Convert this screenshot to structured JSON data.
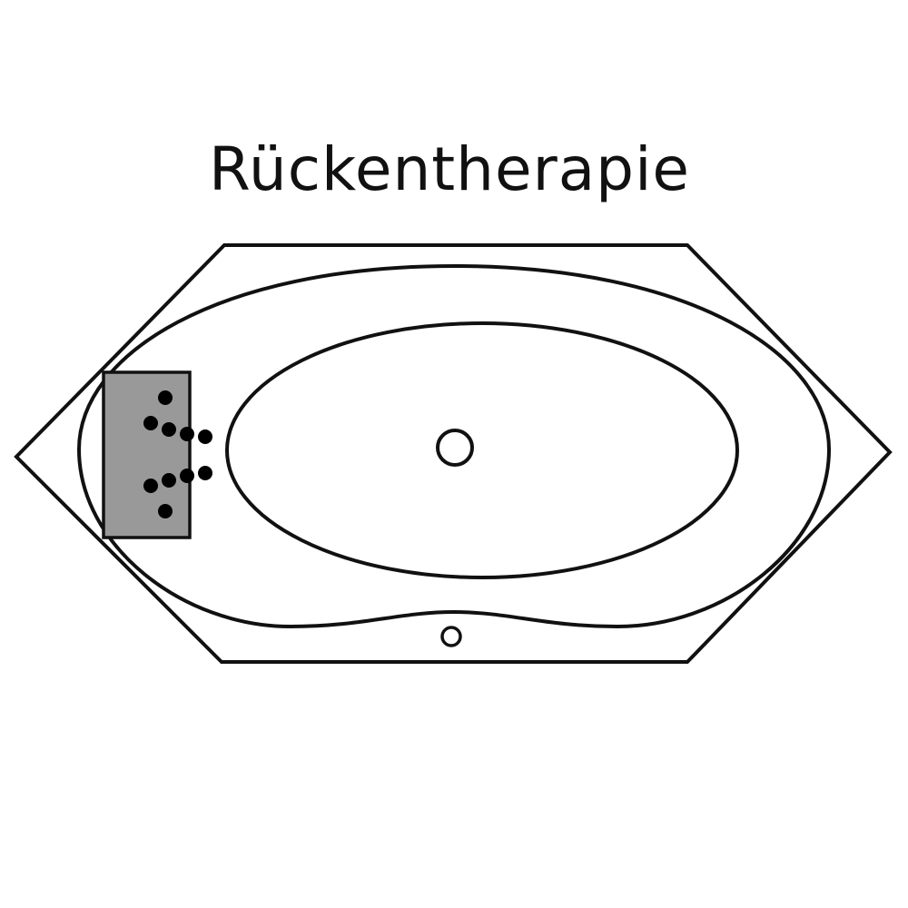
{
  "title": "Rückentherapie",
  "colors": {
    "stroke": "#111111",
    "zone_fill": "#999999",
    "jet": "#000000"
  },
  "icons": {
    "jets": "jet-dot",
    "drain": "drain-circle",
    "overflow": "overflow-circle"
  },
  "jet_count": 10
}
